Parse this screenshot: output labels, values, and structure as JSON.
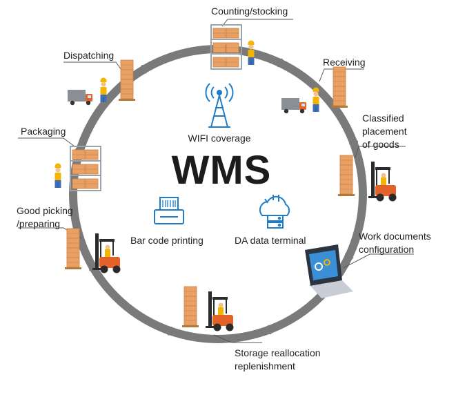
{
  "center": {
    "title": "WMS",
    "features": {
      "wifi": "WIFI coverage",
      "barcode": "Bar code printing",
      "terminal": "DA data terminal"
    }
  },
  "cycle_steps": [
    {
      "id": "counting",
      "label": "Counting/stocking"
    },
    {
      "id": "receiving",
      "label": "Receiving"
    },
    {
      "id": "classified",
      "label_lines": [
        "Classified",
        "placement",
        "of goods"
      ]
    },
    {
      "id": "workdocs",
      "label_lines": [
        "Work documents",
        "configuration"
      ]
    },
    {
      "id": "storage",
      "label_lines": [
        "Storage reallocation",
        "replenishment"
      ]
    },
    {
      "id": "picking",
      "label_lines": [
        "Good picking",
        "/preparing"
      ]
    },
    {
      "id": "packaging",
      "label": "Packaging"
    },
    {
      "id": "dispatching",
      "label": "Dispatching"
    }
  ],
  "colors": {
    "ring": "#7a7a7a",
    "accent_blue": "#1e7cc8",
    "box": "#e8a064",
    "forklift": "#e2622a",
    "truck_body": "#8a8f96",
    "text": "#222222"
  },
  "icons": [
    "wifi-tower-icon",
    "barcode-printer-icon",
    "cloud-server-icon"
  ]
}
